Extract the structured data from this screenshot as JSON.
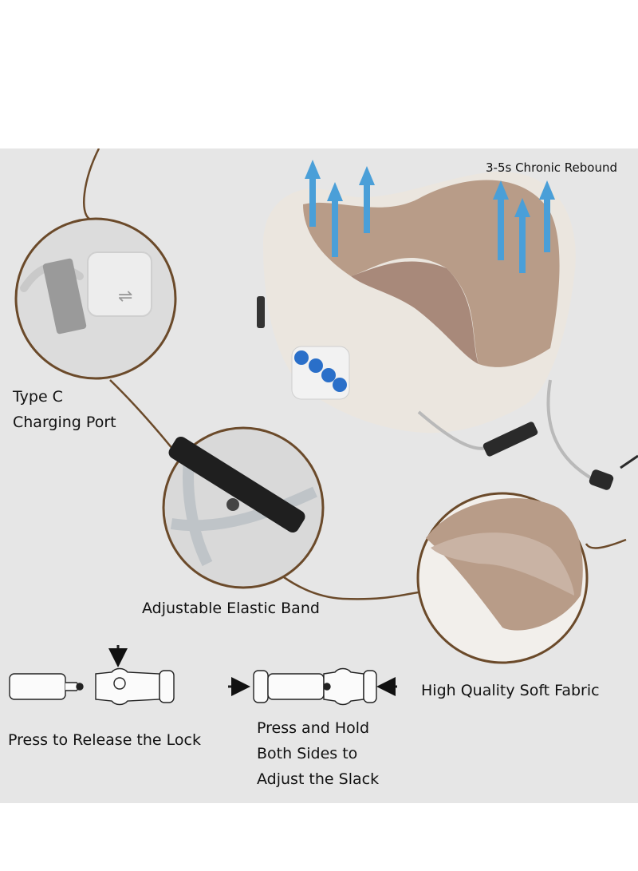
{
  "labels": {
    "rebound": "3-5s Chronic Rebound",
    "type_c_line1": "Type C",
    "type_c_line2": "Charging Port",
    "elastic_band": "Adjustable Elastic Band",
    "soft_fabric": "High Quality Soft Fabric",
    "release_lock": "Press to Release the Lock",
    "hold_line1": "Press and Hold",
    "hold_line2": "Both Sides to",
    "hold_line3": "Adjust the Slack"
  },
  "colors": {
    "background": "#e6e6e6",
    "callout_ring": "#6b4a2a",
    "pillow_cream": "#ebe6df",
    "pillow_taupe": "#b89c88",
    "arrow_blue": "#4a9fd8",
    "button_blue": "#2a6fc9"
  }
}
